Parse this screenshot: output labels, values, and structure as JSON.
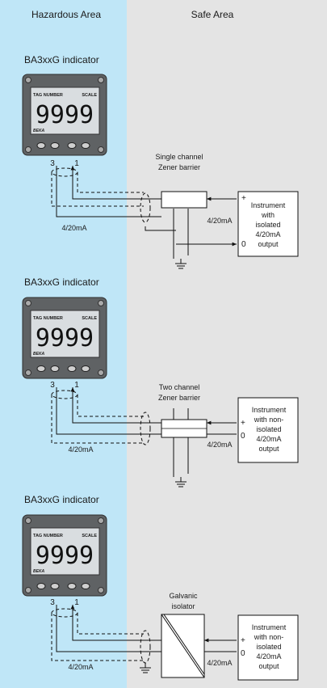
{
  "header": {
    "hazardous_area": "Hazardous Area",
    "safe_area": "Safe Area"
  },
  "colors": {
    "hazardous_bg": "#bfe6f7",
    "safe_bg": "#e4e4e4",
    "indicator_body": "#5f6264",
    "lcd_bg": "#d9dde0"
  },
  "sections": [
    {
      "indicator_title": "BA3xxG indicator",
      "display": {
        "tag_number": "TAG NUMBER",
        "scale": "SCALE",
        "value": "9999",
        "brand": "BEKA"
      },
      "terminals": [
        "3",
        "1"
      ],
      "loop_label": "4/20mA",
      "device_title_line1": "Single channel",
      "device_title_line2": "Zener barrier",
      "current_label": "4/20mA",
      "instrument_lines": [
        "Instrument",
        "with",
        "isolated",
        "4/20mA",
        "output"
      ],
      "plus": "+",
      "zero": "0"
    },
    {
      "indicator_title": "BA3xxG indicator",
      "display": {
        "tag_number": "TAG NUMBER",
        "scale": "SCALE",
        "value": "9999",
        "brand": "BEKA"
      },
      "terminals": [
        "3",
        "1"
      ],
      "loop_label": "4/20mA",
      "device_title_line1": "Two channel",
      "device_title_line2": "Zener barrier",
      "current_label": "4/20mA",
      "instrument_lines": [
        "Instrument",
        "with non-",
        "isolated",
        "4/20mA",
        "output"
      ],
      "plus": "+",
      "zero": "0"
    },
    {
      "indicator_title": "BA3xxG indicator",
      "display": {
        "tag_number": "TAG NUMBER",
        "scale": "SCALE",
        "value": "9999",
        "brand": "BEKA"
      },
      "terminals": [
        "3",
        "1"
      ],
      "loop_label": "4/20mA",
      "device_title_line1": "Galvanic",
      "device_title_line2": "isolator",
      "current_label": "4/20mA",
      "instrument_lines": [
        "Instrument",
        "with non-",
        "isolated",
        "4/20mA",
        "output"
      ],
      "plus": "+",
      "zero": "0"
    }
  ]
}
